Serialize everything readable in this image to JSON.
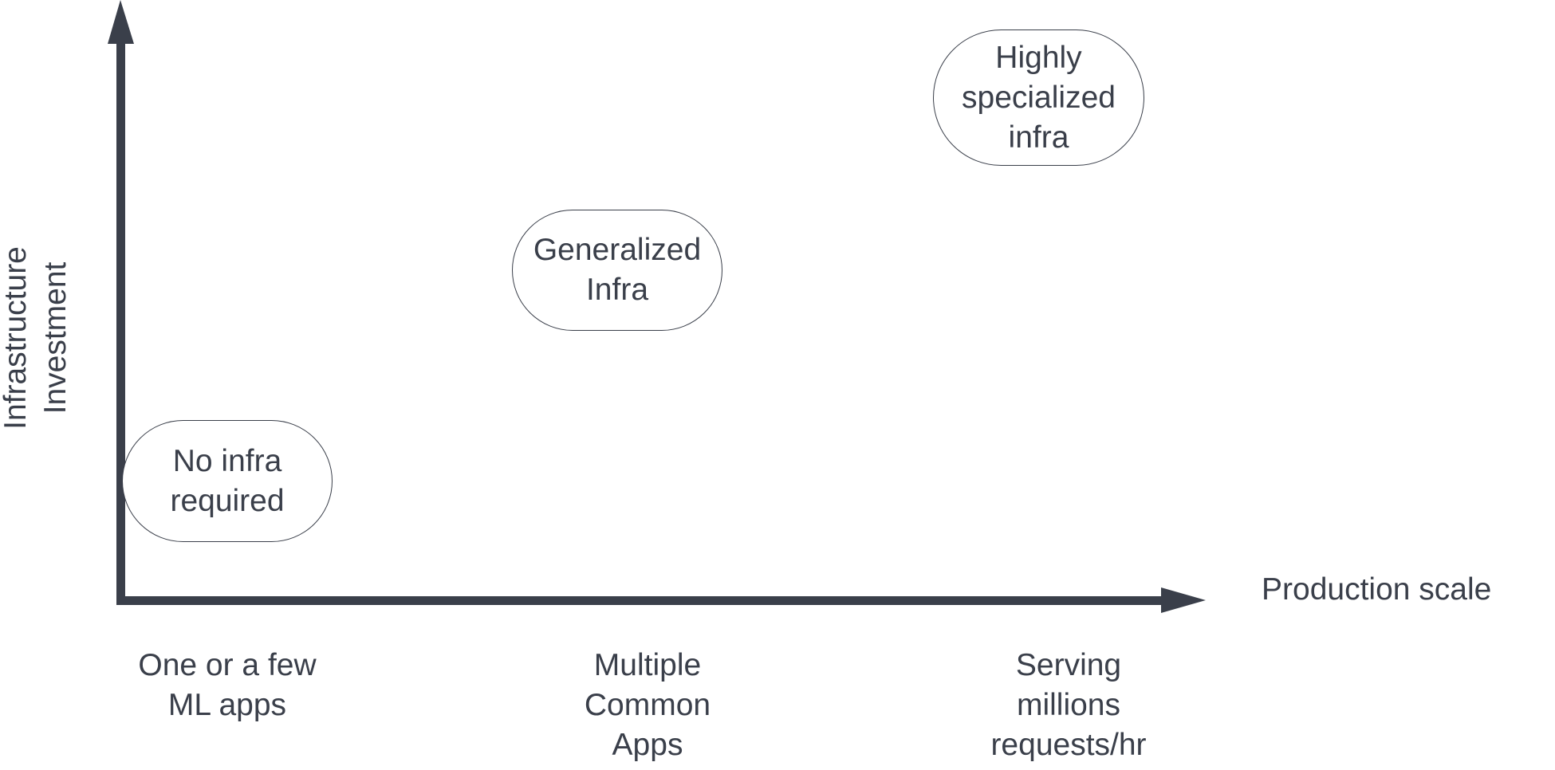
{
  "diagram": {
    "y_axis_label": [
      "Infrastructure",
      "Investment"
    ],
    "x_axis_label": "Production scale",
    "nodes": [
      {
        "id": "no-infra",
        "lines": [
          "No infra",
          "required"
        ]
      },
      {
        "id": "generalized-infra",
        "lines": [
          "Generalized",
          "Infra"
        ]
      },
      {
        "id": "specialized-infra",
        "lines": [
          "Highly",
          "specialized",
          "infra"
        ]
      }
    ],
    "x_categories": [
      {
        "id": "few-apps",
        "lines": [
          "One or a few",
          "ML apps"
        ]
      },
      {
        "id": "multiple-apps",
        "lines": [
          "Multiple",
          "Common",
          "Apps"
        ]
      },
      {
        "id": "millions-requests",
        "lines": [
          "Serving",
          "millions",
          "requests/hr"
        ]
      }
    ],
    "colors": {
      "axis": "#3a3f4a",
      "text": "#3a3f4a",
      "node_border": "#3a3f4a",
      "background": "#ffffff"
    }
  }
}
